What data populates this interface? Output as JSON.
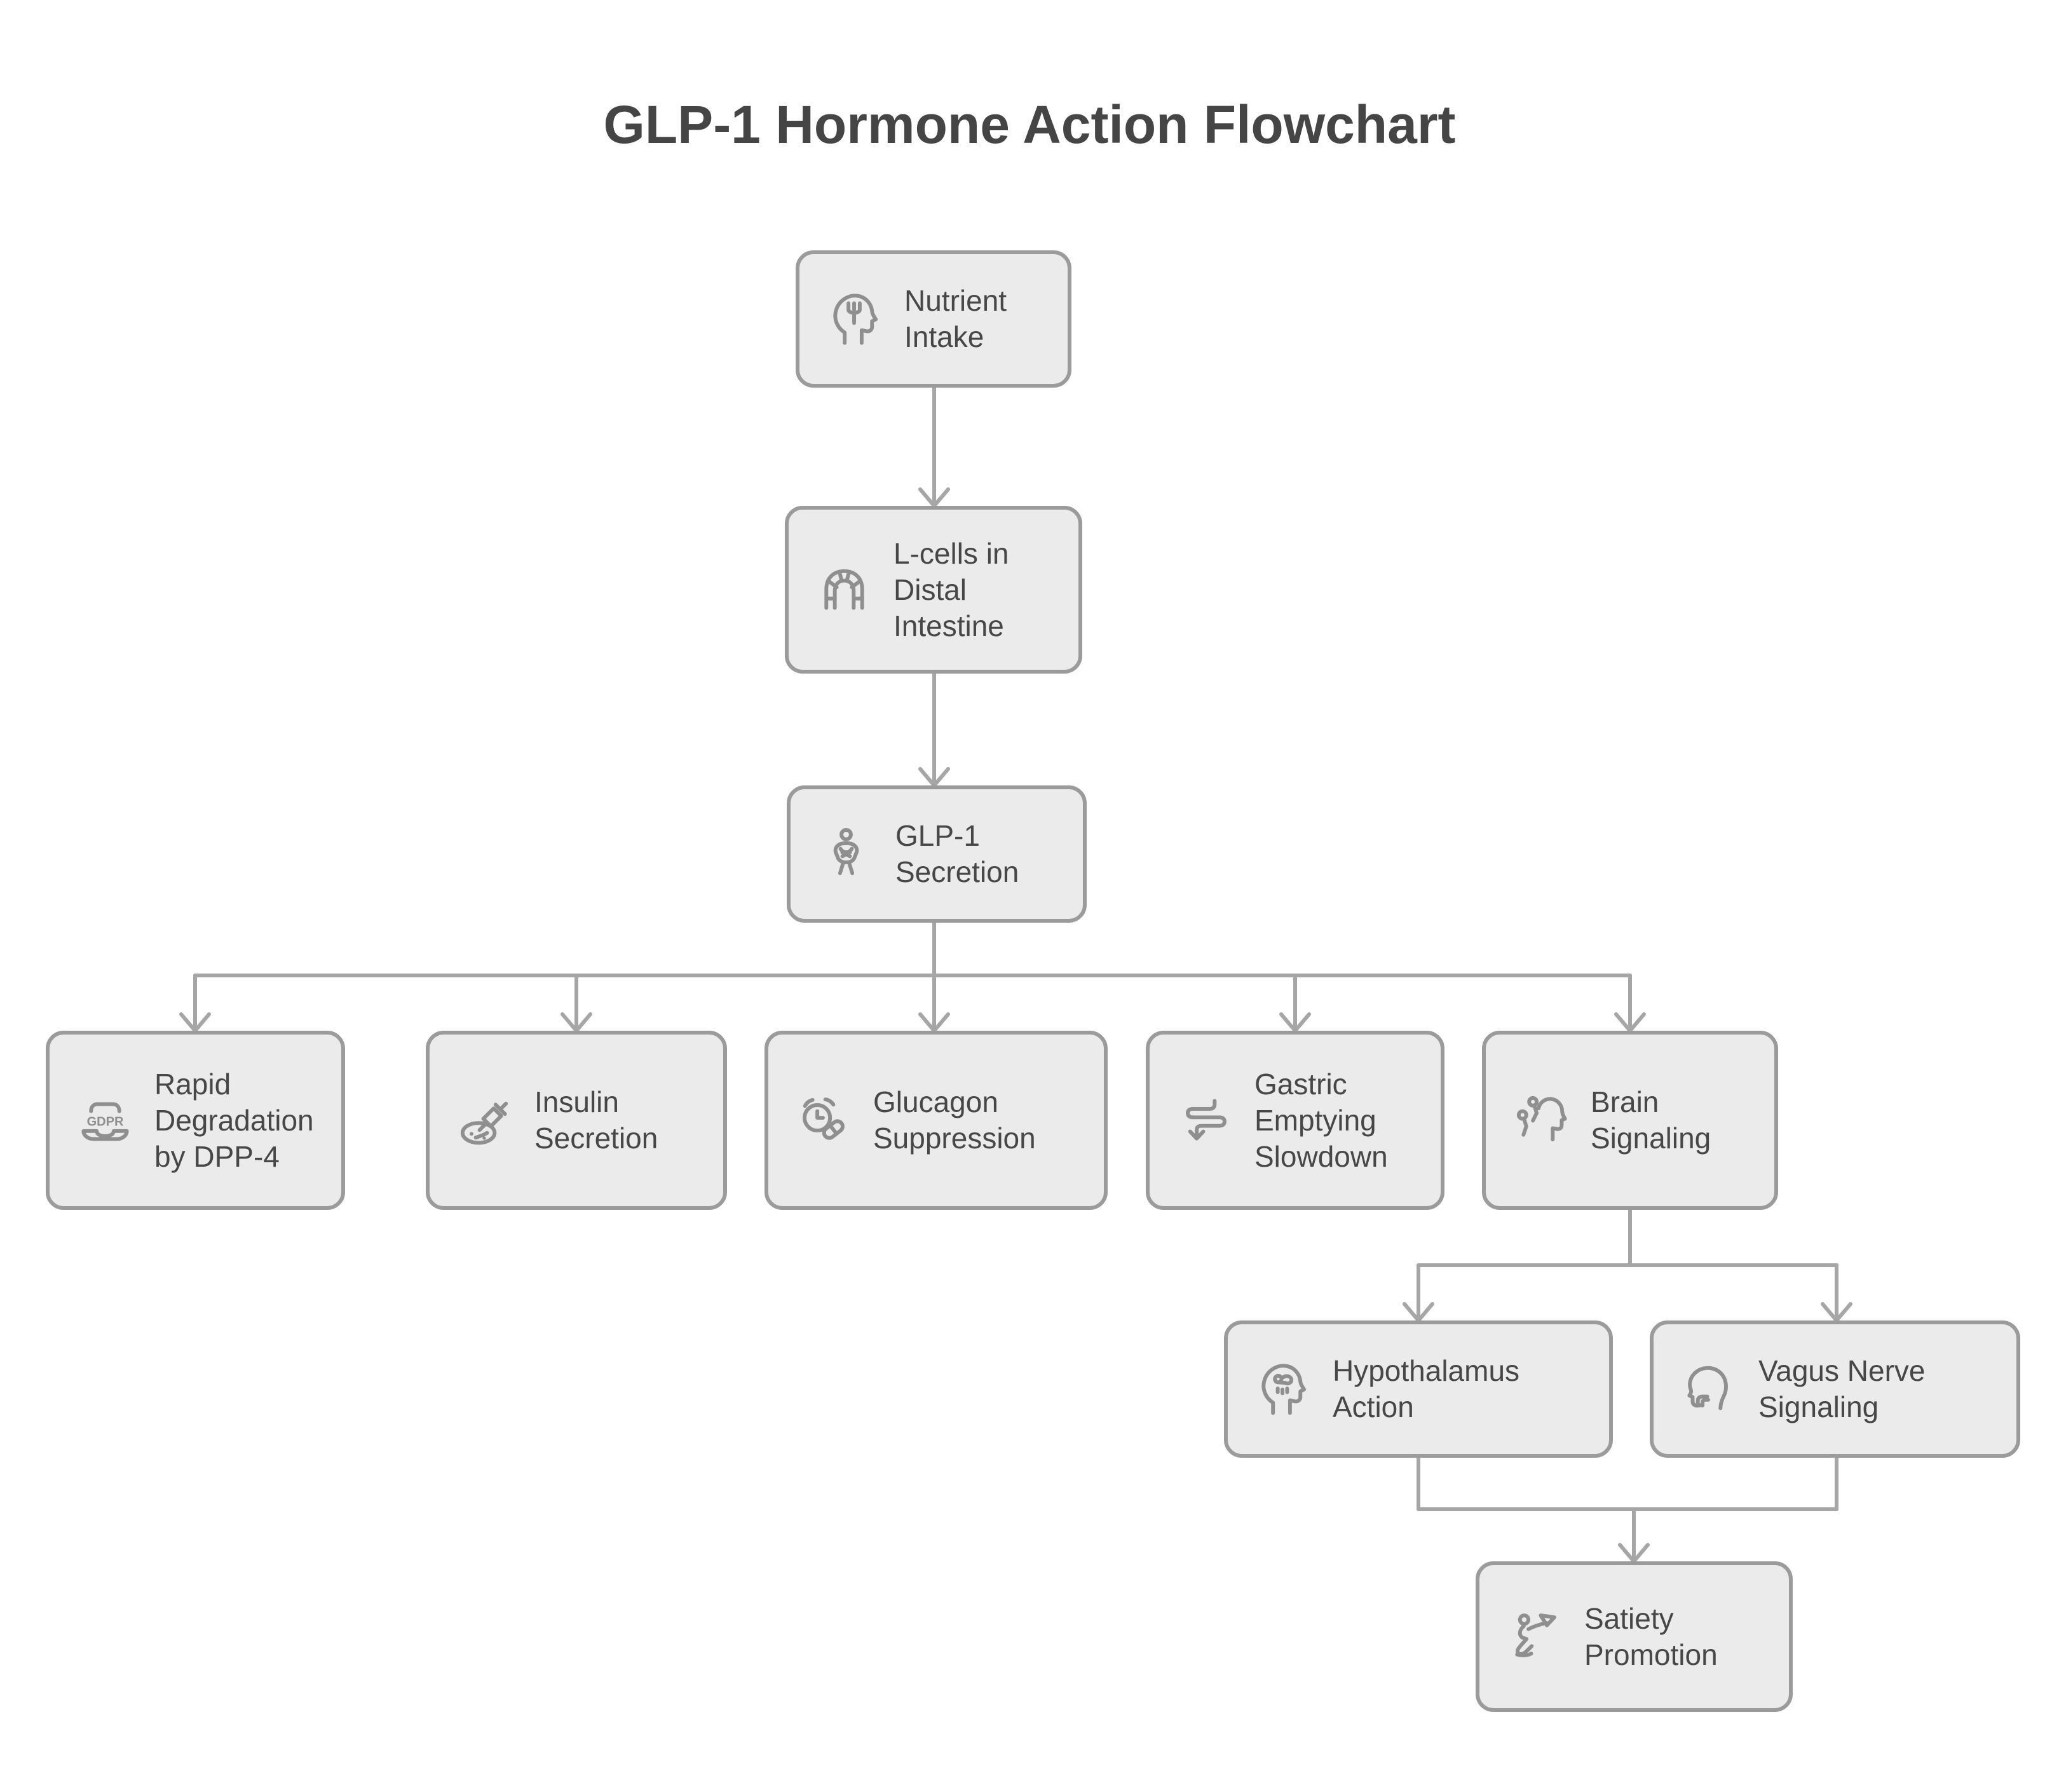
{
  "title": "GLP-1 Hormone Action Flowchart",
  "colors": {
    "background": "#ffffff",
    "node_fill": "#ebebeb",
    "node_border": "#9b9b9b",
    "edge": "#a6a6a6",
    "text": "#474747",
    "icon": "#8f8f8f",
    "title_text": "#454545"
  },
  "nodes": [
    {
      "id": "nutrient-intake",
      "label": "Nutrient\nIntake",
      "icon": "head-fork-icon"
    },
    {
      "id": "l-cells-distal-intestine",
      "label": "L-cells in\nDistal\nIntestine",
      "icon": "intestine-icon"
    },
    {
      "id": "glp-1-secretion",
      "label": "GLP-1\nSecretion",
      "icon": "body-icon"
    },
    {
      "id": "rapid-degradation-by-dpp-4",
      "label": "Rapid\nDegradation\nby DPP-4",
      "icon": "gdpr-laptop-icon"
    },
    {
      "id": "insulin-secretion",
      "label": "Insulin\nSecretion",
      "icon": "syringe-dish-icon"
    },
    {
      "id": "glucagon-suppression",
      "label": "Glucagon\nSuppression",
      "icon": "clock-pill-icon"
    },
    {
      "id": "gastric-emptying-slowdown",
      "label": "Gastric\nEmptying\nSlowdown",
      "icon": "slow-flow-icon"
    },
    {
      "id": "brain-signaling",
      "label": "Brain\nSignaling",
      "icon": "head-network-icon"
    },
    {
      "id": "hypothalamus-action",
      "label": "Hypothalamus\nAction",
      "icon": "head-brain-icon"
    },
    {
      "id": "vagus-nerve-signaling",
      "label": "Vagus Nerve\nSignaling",
      "icon": "head-throat-icon"
    },
    {
      "id": "satiety-promotion",
      "label": "Satiety\nPromotion",
      "icon": "figure-cup-icon"
    }
  ],
  "edges": [
    {
      "from": "nutrient-intake",
      "to": "l-cells-distal-intestine"
    },
    {
      "from": "l-cells-distal-intestine",
      "to": "glp-1-secretion"
    },
    {
      "from": "glp-1-secretion",
      "to": "rapid-degradation-by-dpp-4"
    },
    {
      "from": "glp-1-secretion",
      "to": "insulin-secretion"
    },
    {
      "from": "glp-1-secretion",
      "to": "glucagon-suppression"
    },
    {
      "from": "glp-1-secretion",
      "to": "gastric-emptying-slowdown"
    },
    {
      "from": "glp-1-secretion",
      "to": "brain-signaling"
    },
    {
      "from": "brain-signaling",
      "to": "hypothalamus-action"
    },
    {
      "from": "brain-signaling",
      "to": "vagus-nerve-signaling"
    },
    {
      "from": "hypothalamus-action",
      "to": "satiety-promotion"
    },
    {
      "from": "vagus-nerve-signaling",
      "to": "satiety-promotion"
    }
  ]
}
